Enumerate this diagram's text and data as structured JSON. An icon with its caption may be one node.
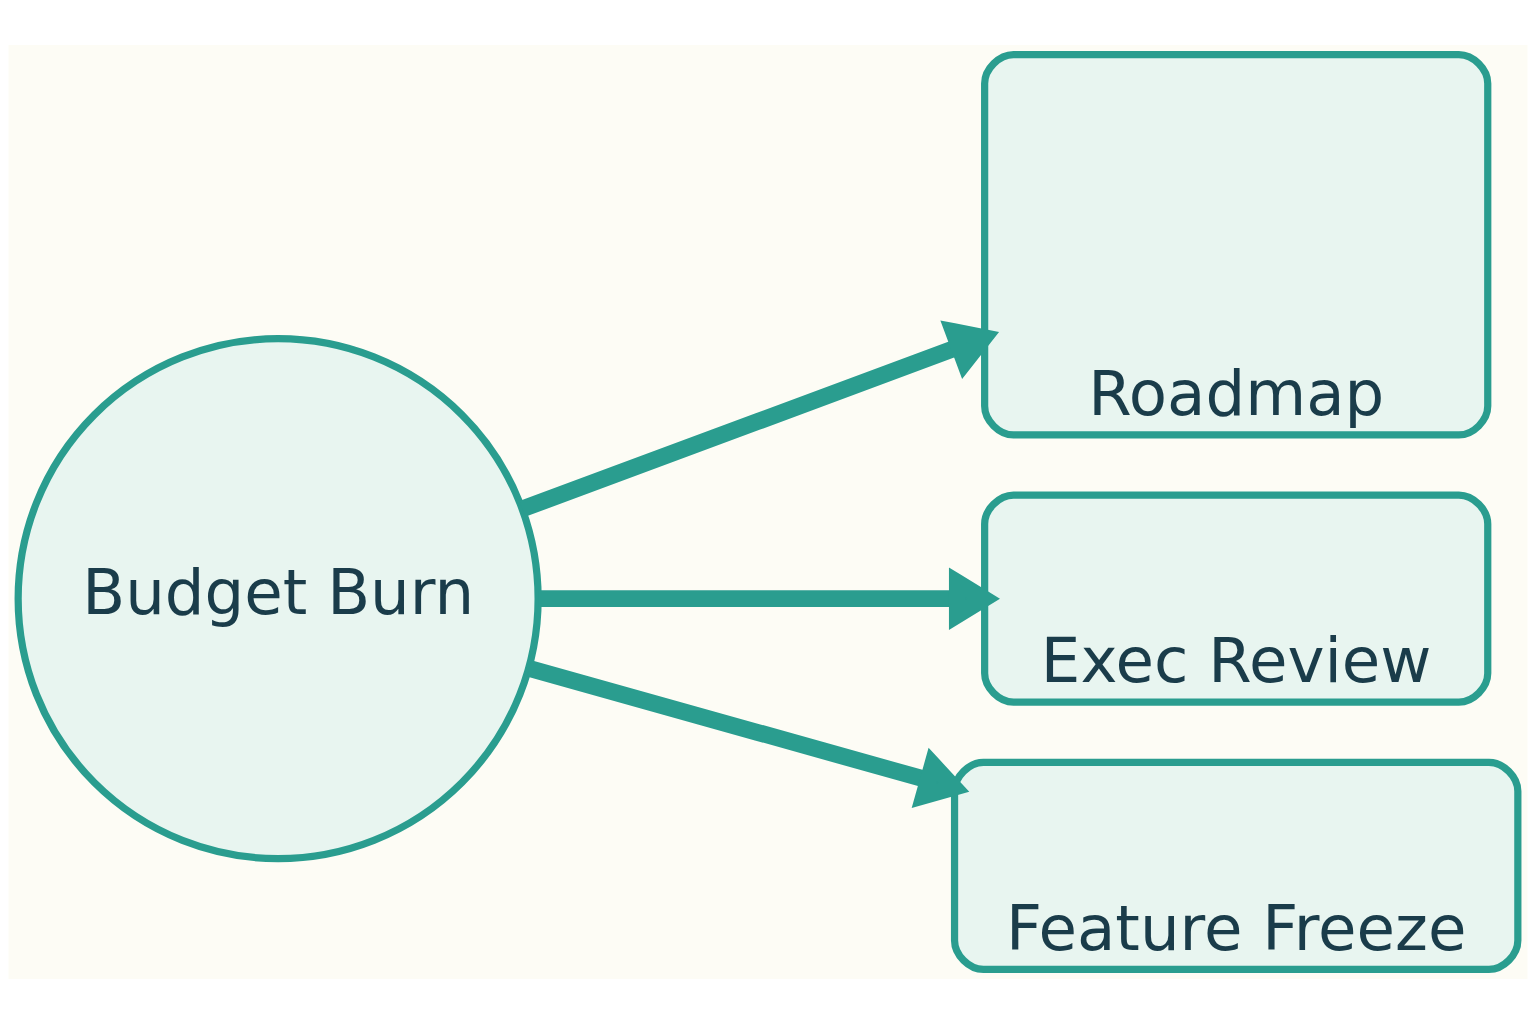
{
  "diagram": {
    "nodes": [
      {
        "text": [
          "Budget Burn"
        ]
      },
      {
        "text": [
          "Roadmap"
        ]
      },
      {
        "text": [
          "Exec Review"
        ]
      },
      {
        "text": [
          "Feature Freeze"
        ]
      }
    ],
    "edges": [
      {
        "from": 0,
        "to": 1,
        "arrow": "to"
      },
      {
        "from": 0,
        "to": 2,
        "arrow": "to"
      },
      {
        "from": 0,
        "to": 3,
        "arrow": "to"
      }
    ]
  }
}
